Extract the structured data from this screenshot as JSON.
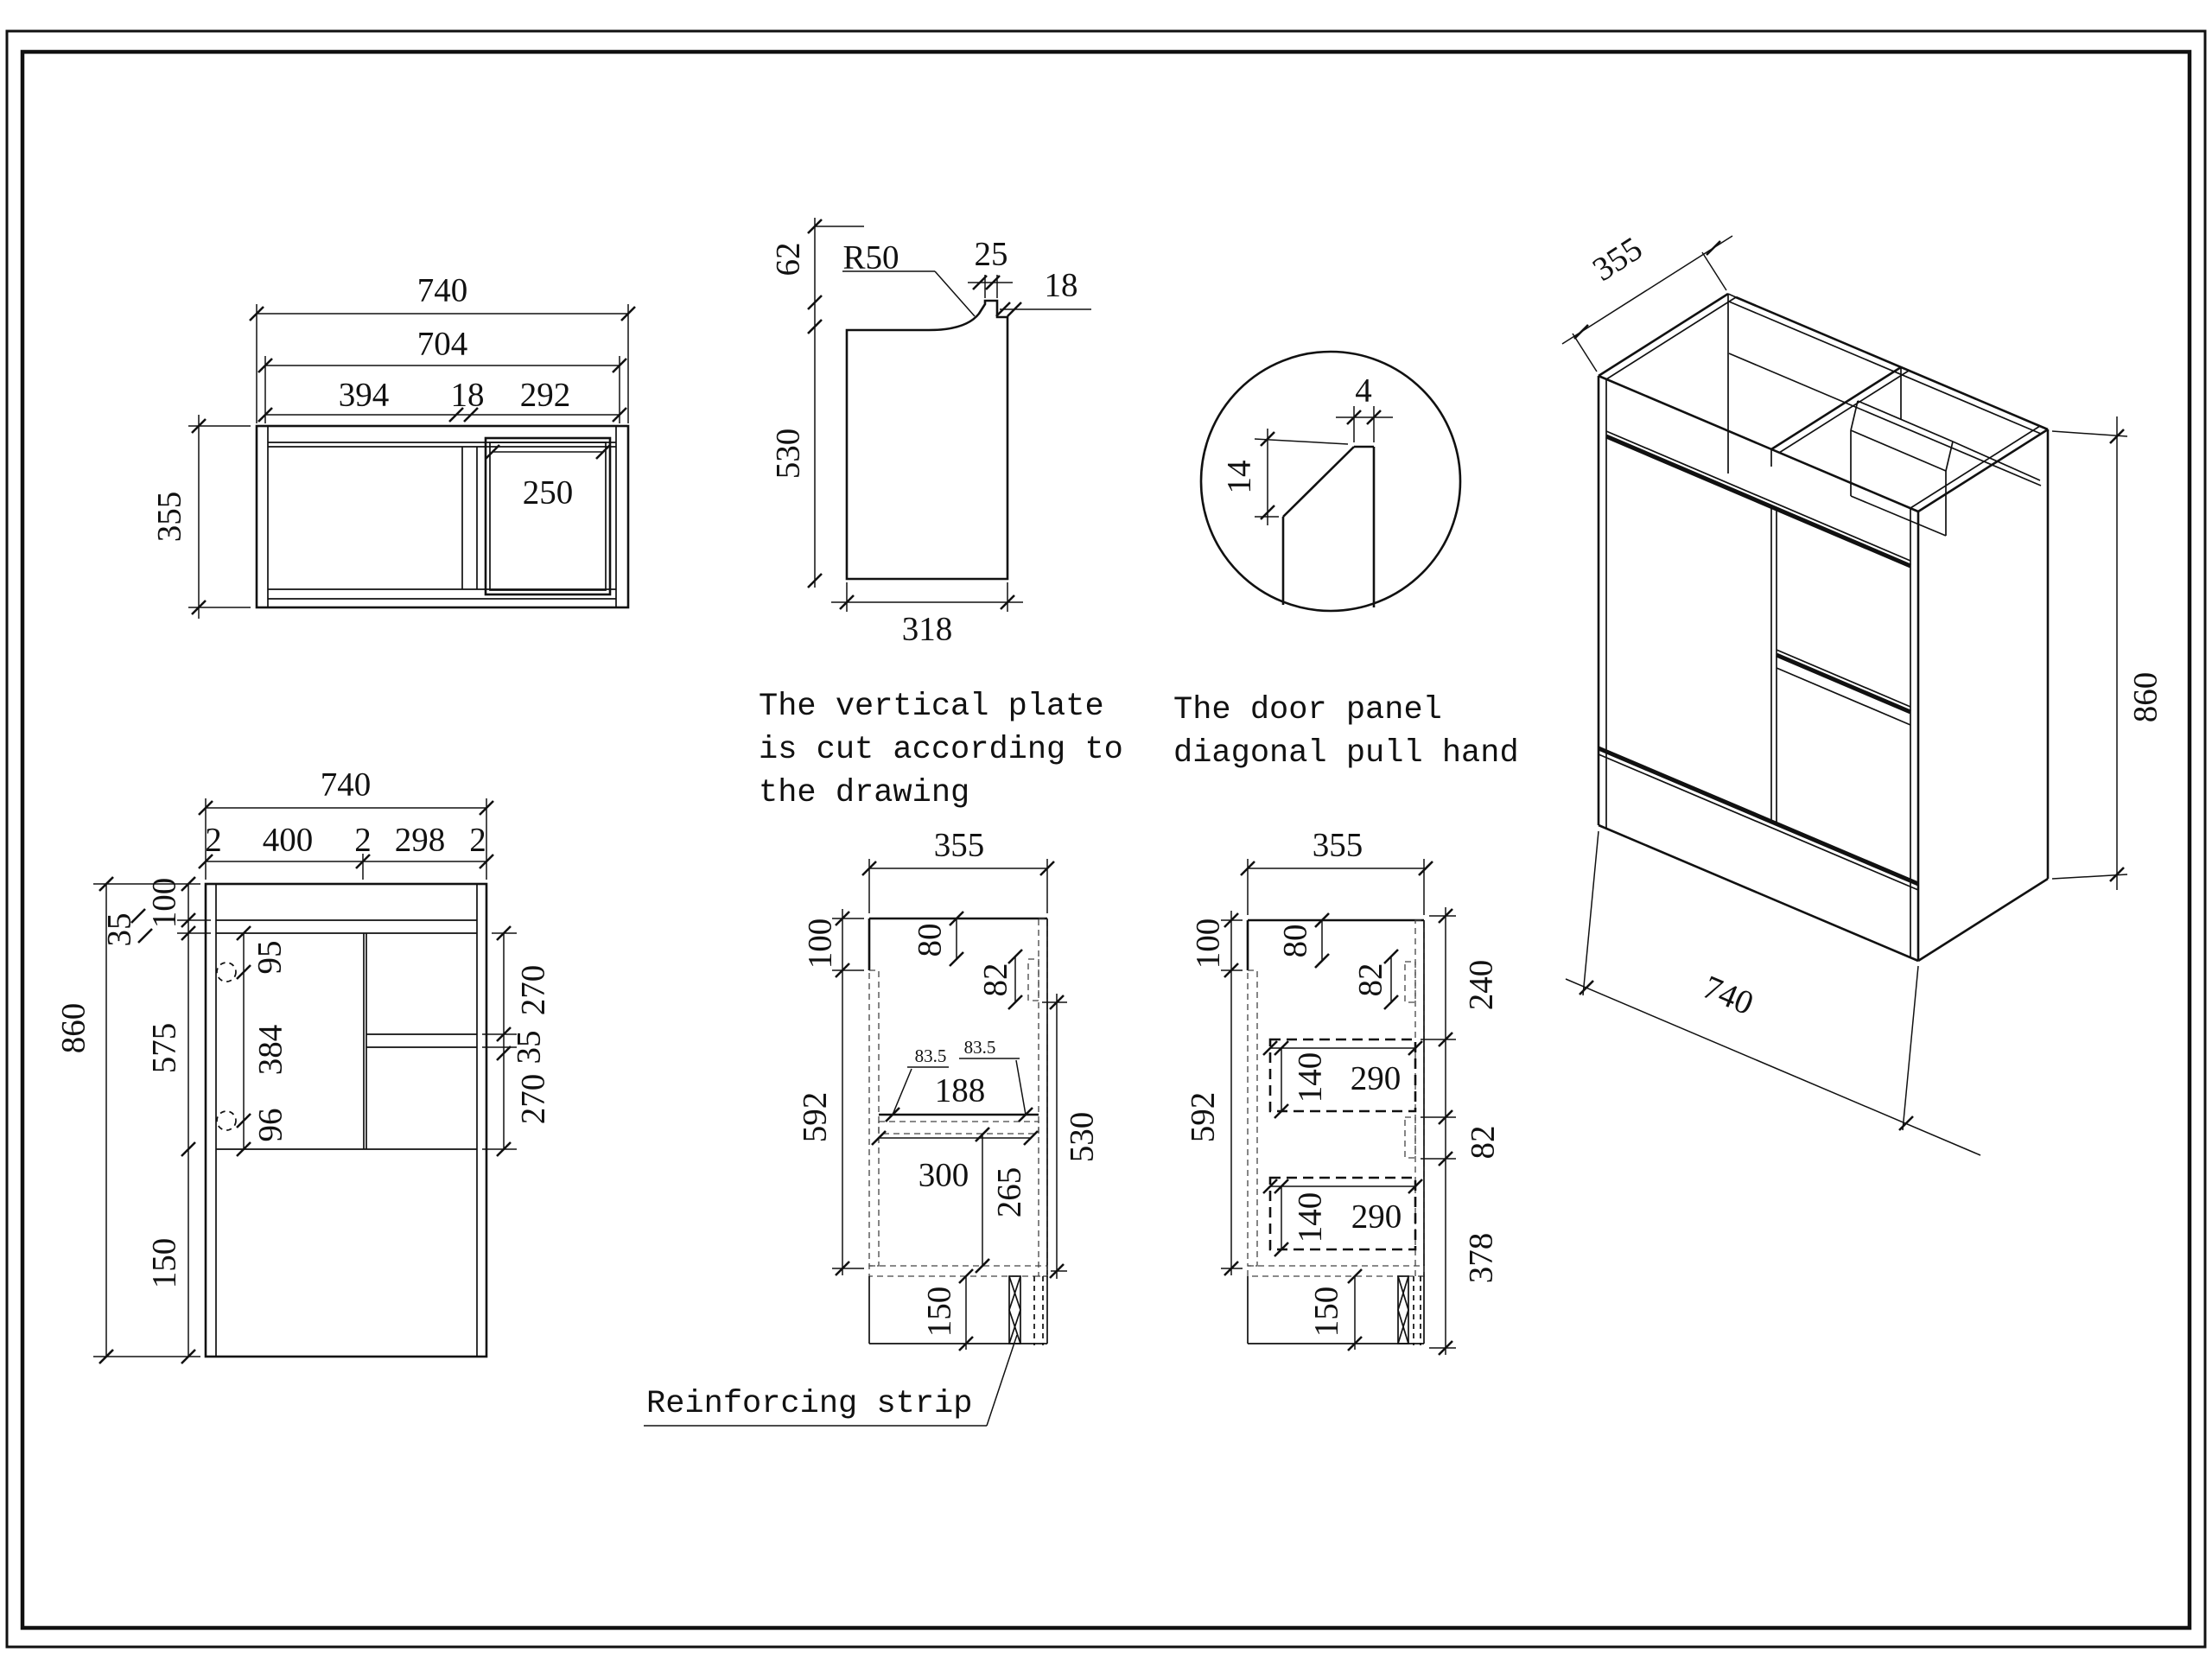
{
  "top_view": {
    "overall_width": "740",
    "inner_width": "704",
    "left_seg": "394",
    "divider": "18",
    "right_seg": "292",
    "sink_box": "250",
    "depth": "355"
  },
  "plate_profile": {
    "top_height": "62",
    "radius": "R50",
    "tab_width": "25",
    "tab_side": "18",
    "body_height": "530",
    "body_width": "318",
    "note_line1": "The vertical plate",
    "note_line2": "is cut according to",
    "note_line3": "the drawing"
  },
  "handle_detail": {
    "gap": "4",
    "height": "14",
    "note_line1": "The door panel",
    "note_line2": "diagonal pull hand"
  },
  "iso_view": {
    "depth": "355",
    "height": "860",
    "width": "740"
  },
  "front_view": {
    "overall_width": "740",
    "gap_a": "2",
    "door_width": "400",
    "gap_b": "2",
    "drawer_width": "298",
    "gap_c": "2",
    "overall_height": "860",
    "top_band": "100",
    "reveal": "35",
    "door_height": "575",
    "kick": "150",
    "hinge_top": "95",
    "hinge_span": "384",
    "hinge_bottom": "96",
    "drawer_a": "270",
    "drawer_gap": "35",
    "drawer_b": "270"
  },
  "mid_section": {
    "depth": "355",
    "top_band": "100",
    "cavity": "592",
    "rail_offset": "80",
    "rail": "82",
    "edge_a": "83.5",
    "edge_b": "83.5",
    "cutout": "188",
    "shelf": "300",
    "under_shelf": "265",
    "wall": "530",
    "kick": "150",
    "callout": "Reinforcing strip"
  },
  "right_section": {
    "depth": "355",
    "top_band": "100",
    "cavity": "592",
    "rail_offset": "80",
    "rail_a": "82",
    "top_space": "240",
    "drawer1_h": "140",
    "drawer1_d": "290",
    "rail_b": "82",
    "drawer2_h": "140",
    "drawer2_d": "290",
    "bottom_space": "378",
    "kick": "150"
  }
}
